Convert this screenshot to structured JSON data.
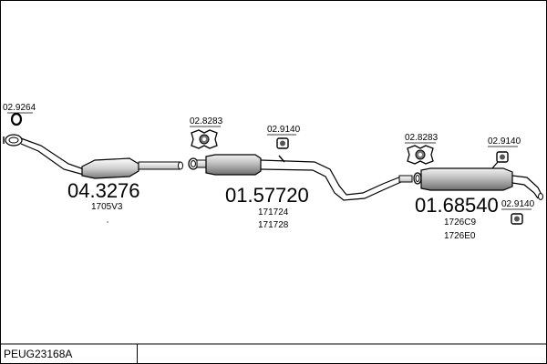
{
  "kit_code": "PEUG23168A",
  "sections": [
    {
      "name": "catalytic-converter",
      "main_number": "04.3276",
      "refs": [
        "1705V3"
      ],
      "accessories": [
        {
          "number": "02.9264",
          "type": "ring-gasket"
        }
      ]
    },
    {
      "name": "centre-silencer",
      "main_number": "01.57720",
      "refs": [
        "171724",
        "171728"
      ],
      "accessories": [
        {
          "number": "02.8283",
          "type": "mounting-rubber"
        },
        {
          "number": "02.9140",
          "type": "clamp"
        }
      ]
    },
    {
      "name": "rear-silencer",
      "main_number": "01.68540",
      "refs": [
        "1726C9",
        "1726E0"
      ],
      "accessories": [
        {
          "number": "02.8283",
          "type": "mounting-rubber"
        },
        {
          "number": "02.9140",
          "type": "clamp"
        },
        {
          "number": "02.9140",
          "type": "clamp"
        }
      ]
    }
  ],
  "colors": {
    "line": "#000000",
    "fill": "#ffffff",
    "shade": "#9a9a9a"
  }
}
